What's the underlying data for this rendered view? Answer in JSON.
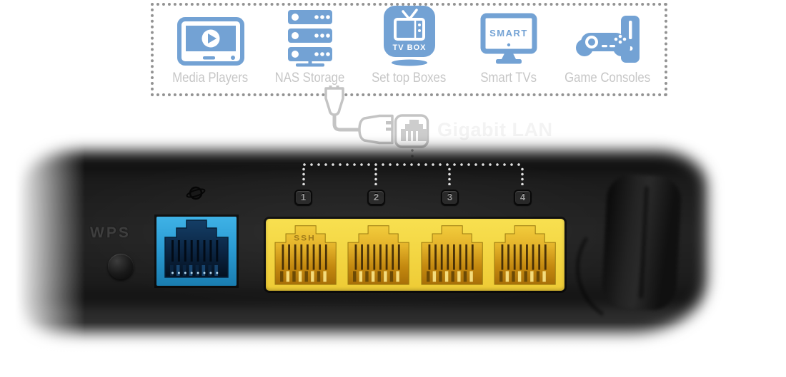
{
  "panel": {
    "devices": [
      {
        "label": "Media Players"
      },
      {
        "label": "NAS Storage"
      },
      {
        "label": "Set top Boxes",
        "icon_text": "TV BOX"
      },
      {
        "label": "Smart TVs",
        "icon_text": "SMART"
      },
      {
        "label": "Game Consoles"
      }
    ]
  },
  "connection": {
    "watermark": "Gigabit LAN"
  },
  "router": {
    "wps_label": "WPS",
    "port_tags": [
      "1",
      "2",
      "3",
      "4"
    ],
    "port_marking": "SSH",
    "lan_port_count": 4
  },
  "colors": {
    "device_icon_blue": "#73A2D4",
    "device_label_gray": "#C6C6C6",
    "dotted_border_gray": "#939393",
    "connector_gray": "#C4C4C4",
    "watermark_gray": "#F3F3F3",
    "wan_port_blue": "#2FA3DA",
    "lan_port_yellow": "#F2D43F",
    "router_black": "#1C1C1C"
  }
}
